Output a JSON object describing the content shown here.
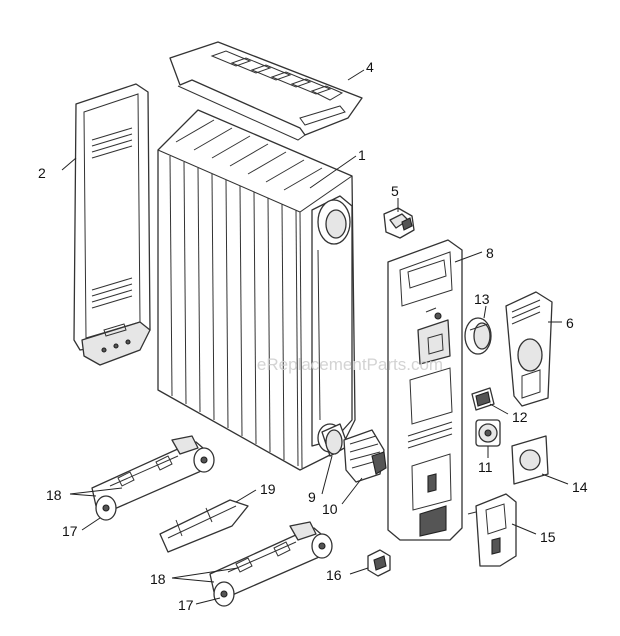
{
  "watermark": "eReplacementParts.com",
  "callouts": {
    "c1": "1",
    "c2": "2",
    "c4": "4",
    "c5": "5",
    "c6": "6",
    "c8": "8",
    "c9": "9",
    "c10": "10",
    "c11": "11",
    "c12": "12",
    "c13": "13",
    "c14": "14",
    "c15": "15",
    "c16": "16",
    "c17a": "17",
    "c17b": "17",
    "c18a": "18",
    "c18b": "18",
    "c19": "19"
  }
}
